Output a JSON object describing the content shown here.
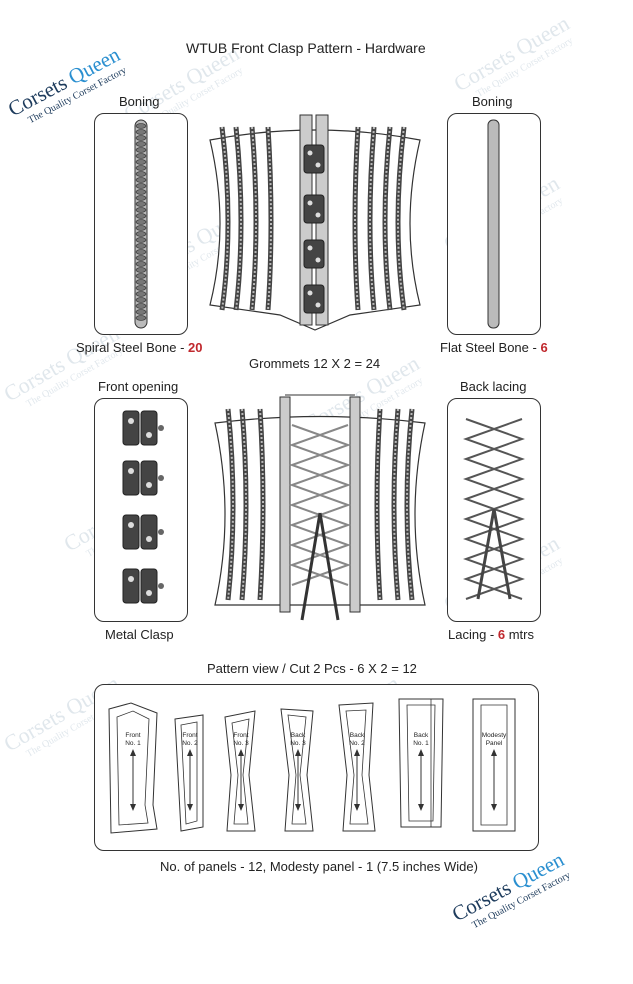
{
  "title": "WTUB Front Clasp Pattern - Hardware",
  "logo": {
    "word1": "Corsets",
    "word2": "Queen",
    "tagline": "The Quality Corset Factory"
  },
  "top_row": {
    "left_label": "Boning",
    "left_caption": "Spiral Steel Bone - ",
    "left_count": "20",
    "right_label": "Boning",
    "right_caption": "Flat Steel Bone - ",
    "right_count": "6",
    "center_caption": "Grommets 12 X 2 = 24"
  },
  "mid_row": {
    "left_label": "Front opening",
    "left_caption": "Metal Clasp",
    "right_label": "Back lacing",
    "right_caption": "Lacing  - ",
    "right_count": "6",
    "right_unit": " mtrs",
    "center_caption": "Pattern view / Cut 2 Pcs - 6 X 2 = 12"
  },
  "panels": [
    {
      "line1": "Front",
      "line2": "No. 1"
    },
    {
      "line1": "Front",
      "line2": "No. 2"
    },
    {
      "line1": "Front",
      "line2": "No. 3"
    },
    {
      "line1": "Back",
      "line2": "No. 3"
    },
    {
      "line1": "Back",
      "line2": "No. 2"
    },
    {
      "line1": "Back",
      "line2": "No. 1"
    },
    {
      "line1": "Modesty",
      "line2": "Panel"
    }
  ],
  "footer": "No. of panels - 12, Modesty panel - 1 (7.5 inches Wide)"
}
